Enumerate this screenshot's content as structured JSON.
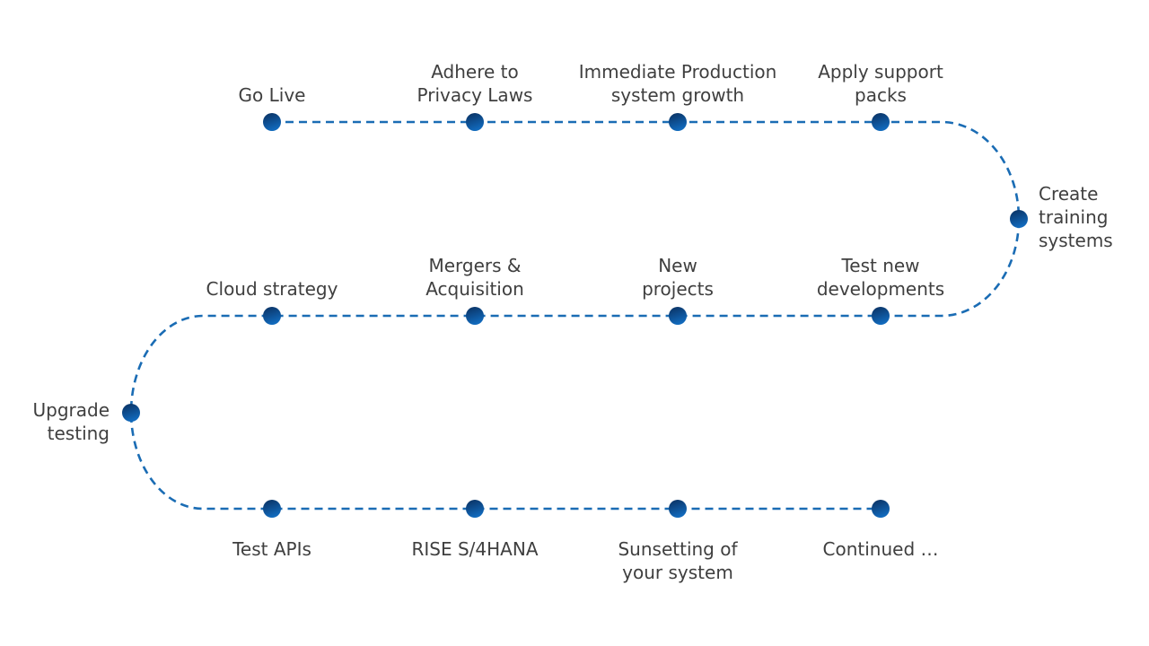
{
  "diagram": {
    "background_color": "#ffffff",
    "text_color": "#3f3f3f",
    "line_color": "#1a6cb4",
    "dot_color_top": "#0a2f5e",
    "dot_color_bottom": "#1169bb",
    "nodes": [
      {
        "id": "go-live",
        "label": "Go Live"
      },
      {
        "id": "adhere-privacy-laws",
        "label": "Adhere to\nPrivacy Laws"
      },
      {
        "id": "immediate-prod-growth",
        "label": "Immediate Production\nsystem growth"
      },
      {
        "id": "apply-support-packs",
        "label": "Apply support\npacks"
      },
      {
        "id": "create-training-systems",
        "label": "Create\ntraining\nsystems"
      },
      {
        "id": "test-new-developments",
        "label": "Test new\ndevelopments"
      },
      {
        "id": "new-projects",
        "label": "New\nprojects"
      },
      {
        "id": "mergers-acquisition",
        "label": "Mergers &\nAcquisition"
      },
      {
        "id": "cloud-strategy",
        "label": "Cloud strategy"
      },
      {
        "id": "upgrade-testing",
        "label": "Upgrade\ntesting"
      },
      {
        "id": "test-apis",
        "label": "Test APIs"
      },
      {
        "id": "rise-s4hana",
        "label": "RISE S/4HANA"
      },
      {
        "id": "sunsetting-your-system",
        "label": "Sunsetting of\nyour system"
      },
      {
        "id": "continued",
        "label": "Continued …"
      }
    ]
  }
}
